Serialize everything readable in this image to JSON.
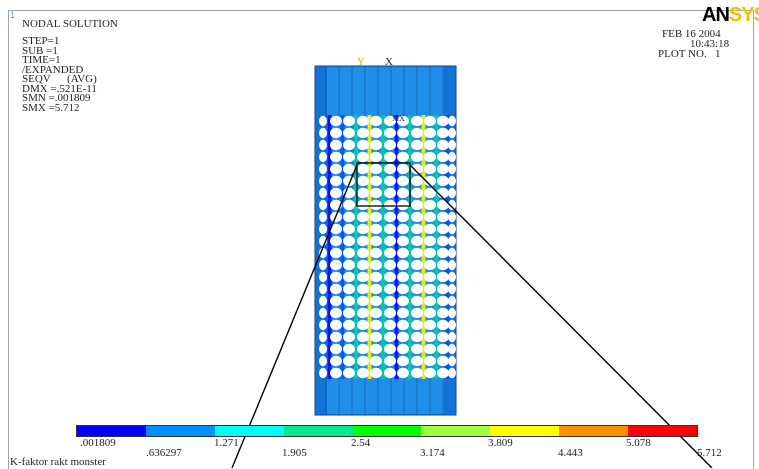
{
  "window_number": "1",
  "header": {
    "title": "NODAL SOLUTION",
    "lines": [
      "STEP=1",
      "SUB =1",
      "TIME=1",
      "/EXPANDED",
      "SEQV      (AVG)",
      "DMX =.521E-11",
      "SMN =.001809",
      "SMX =5.712"
    ]
  },
  "logo": {
    "part1": "AN",
    "part2": "SYS"
  },
  "plot_info": {
    "date": "FEB 16 2004",
    "time": "10:43:18",
    "plot_no": "PLOT NO.   1"
  },
  "axis": {
    "y": "Y",
    "x": "X"
  },
  "marker": "MX",
  "legend": {
    "values": [
      ".001809",
      ".636297",
      "1.271",
      "1.905",
      "2.54",
      "3.174",
      "3.809",
      "4.443",
      "5.078",
      "5.712"
    ],
    "colors": [
      "#0000ff",
      "#0090ff",
      "#00ffff",
      "#00e890",
      "#00ff00",
      "#a0ff40",
      "#ffff00",
      "#ff9000",
      "#ff0000"
    ]
  },
  "caption": "K-faktor rakt monster",
  "colors": {
    "cylinder": "#1e8ee8",
    "cylinder_dark": "#0a5fc8",
    "hole": "#ffffff"
  }
}
